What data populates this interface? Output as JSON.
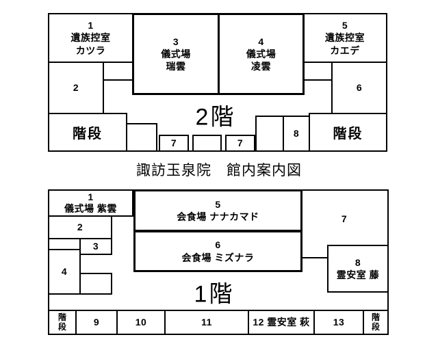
{
  "title": "諏訪玉泉院　館内案内図",
  "floor2": {
    "floor_label": "2階",
    "rooms": {
      "r1": "1\n遺族控室\nカツラ",
      "r2": "2",
      "r3": "3\n儀式場\n瑞雲",
      "r4": "4\n儀式場\n凌雲",
      "r5": "5\n遺族控室\nカエデ",
      "r6": "6",
      "r7a": "7",
      "r7b": "7",
      "r8": "8",
      "stairs_left": "階段",
      "stairs_right": "階段"
    }
  },
  "floor1": {
    "floor_label": "1階",
    "rooms": {
      "r1": "1\n儀式場 紫雲",
      "r2": "2",
      "r3": "3",
      "r4": "4",
      "r5": "5\n会食場 ナナカマド",
      "r6": "6\n会食場 ミズナラ",
      "r7": "7",
      "r8": "8\n霊安室 藤",
      "r9": "9",
      "r10": "10",
      "r11": "11",
      "r12": "12 霊安室 萩",
      "r13": "13",
      "stairs_left": "階\n段",
      "stairs_right": "階\n段"
    }
  }
}
